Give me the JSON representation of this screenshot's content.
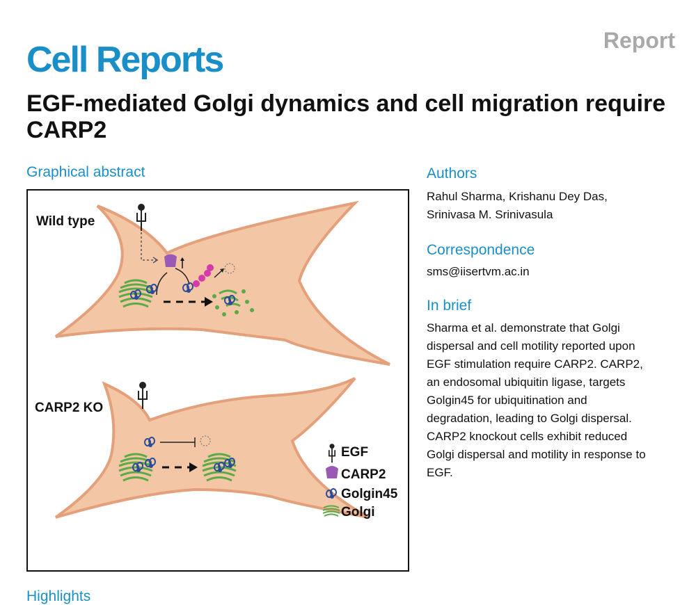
{
  "header": {
    "article_type": "Report",
    "journal": "Cell Reports",
    "title": "EGF-mediated Golgi dynamics and cell migration require CARP2"
  },
  "graphical_abstract": {
    "heading": "Graphical abstract",
    "panel_top_label": "Wild type",
    "panel_bottom_label": "CARP2 KO",
    "legend": [
      "EGF",
      "CARP2",
      "Golgin45",
      "Golgi"
    ],
    "colors": {
      "cell": "#f3c7a6",
      "cell_border": "#e4a07a",
      "golgi": "#5aaa45",
      "golgin45": "#2c4a9a",
      "carp2": "#9b59b6",
      "ubiquitin": "#d63aa8"
    }
  },
  "authors": {
    "heading": "Authors",
    "line1": "Rahul Sharma, Krishanu Dey Das,",
    "line2": "Srinivasa M. Srinivasula"
  },
  "correspondence": {
    "heading": "Correspondence",
    "email": "sms@iisertvm.ac.in"
  },
  "in_brief": {
    "heading": "In brief",
    "lines": [
      "Sharma et al. demonstrate that Golgi",
      "dispersal and cell motility reported upon",
      "EGF stimulation require CARP2. CARP2,",
      "an endosomal ubiquitin ligase, targets",
      "Golgin45 for ubiquitination and",
      "degradation, leading to Golgi dispersal.",
      "CARP2 knockout cells exhibit reduced",
      "Golgi dispersal and motility in response to",
      "EGF."
    ]
  },
  "highlights": {
    "heading": "Highlights"
  }
}
